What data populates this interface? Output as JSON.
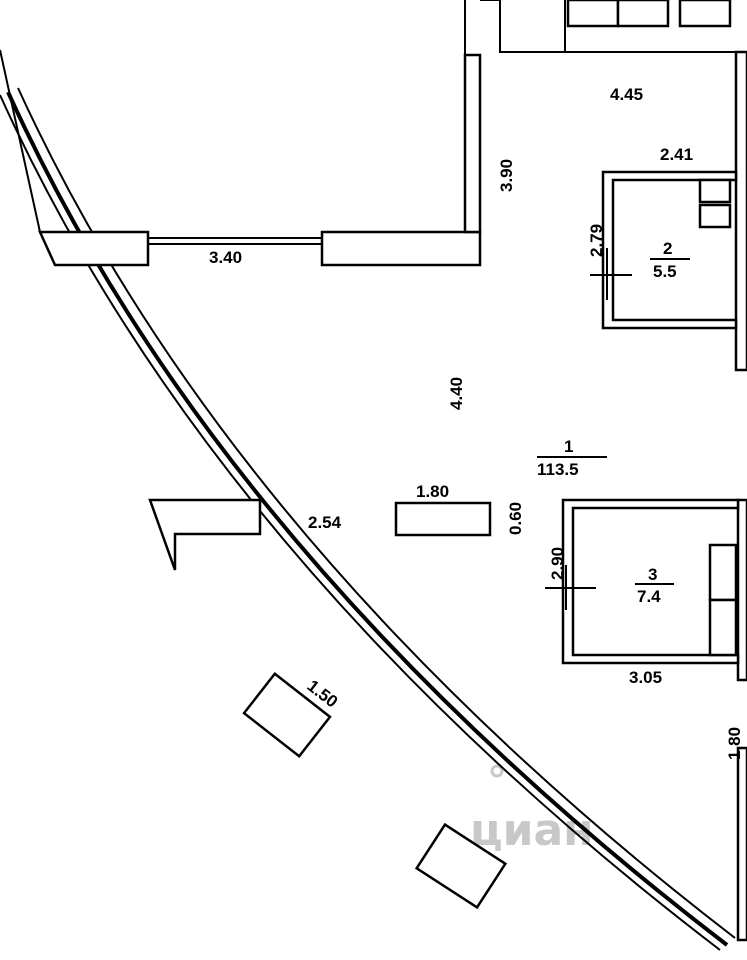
{
  "colors": {
    "line": "#000000",
    "background": "#ffffff",
    "watermark": "#c8c8c8"
  },
  "dimensions": {
    "d445": "4.45",
    "d390": "3.90",
    "d241": "2.41",
    "d279": "2.79",
    "d340": "3.40",
    "d440": "4.40",
    "d180a": "1.80",
    "d254": "2.54",
    "d060": "0.60",
    "d290": "2.90",
    "d305": "3.05",
    "d150": "1.50",
    "d180b": "1.80"
  },
  "rooms": [
    {
      "number": "1",
      "area": "113.5"
    },
    {
      "number": "2",
      "area": "5.5"
    },
    {
      "number": "3",
      "area": "7.4"
    }
  ],
  "watermark": {
    "text": "циан",
    "icon": "cian-logo-icon"
  }
}
